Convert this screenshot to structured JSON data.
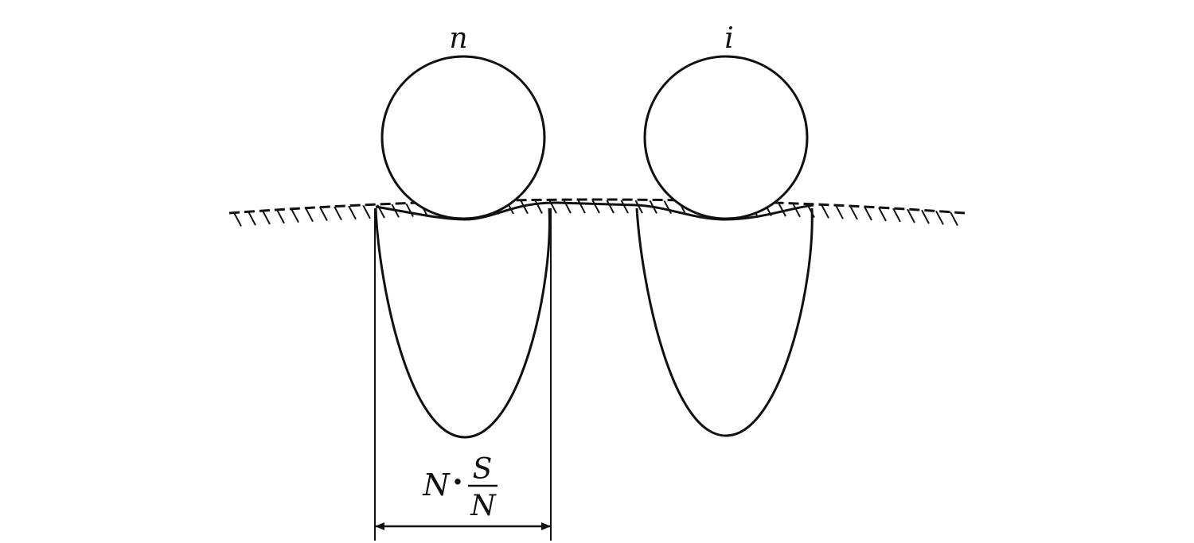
{
  "labels": {
    "roller_left": "n",
    "roller_right": "i",
    "dim_prefix": "N",
    "dim_dot": "·",
    "dim_numerator": "S",
    "dim_denominator": "N"
  },
  "style": {
    "stroke": "#111111",
    "background": "#ffffff"
  },
  "icons": {
    "left_roller": "circle",
    "right_roller": "circle",
    "dimension_arrow": "double-headed-arrow"
  }
}
